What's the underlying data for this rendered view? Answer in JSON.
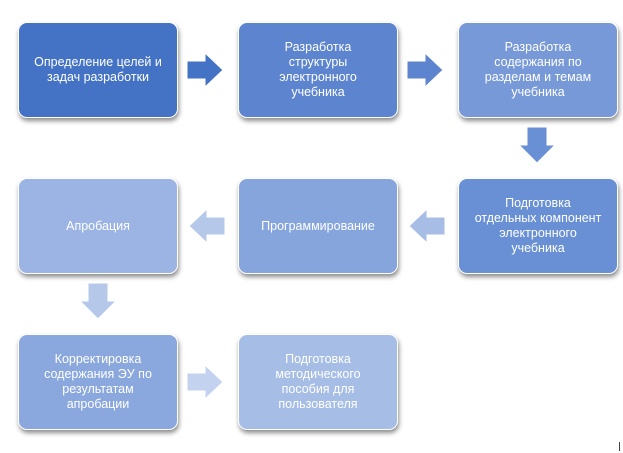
{
  "diagram": {
    "nodes": [
      {
        "id": "n1",
        "label": "Определение целей и\nзадач разработки"
      },
      {
        "id": "n2",
        "label": "Разработка\nструктуры\nэлектронного\nучебника"
      },
      {
        "id": "n3",
        "label": "Разработка\nсодержания по\nразделам и темам\nучебника"
      },
      {
        "id": "n4",
        "label": "Подготовка\nотдельных компонент\nэлектронного\nучебника"
      },
      {
        "id": "n5",
        "label": "Программирование"
      },
      {
        "id": "n6",
        "label": "Апробация"
      },
      {
        "id": "n7",
        "label": "Корректировка\nсодержания ЭУ по\nрезультатам\nапробации"
      },
      {
        "id": "n8",
        "label": "Подготовка\nметодического\nпособия для\nпользователя"
      }
    ],
    "edges": [
      {
        "from": "n1",
        "to": "n2",
        "direction": "right"
      },
      {
        "from": "n2",
        "to": "n3",
        "direction": "right"
      },
      {
        "from": "n3",
        "to": "n4",
        "direction": "down"
      },
      {
        "from": "n4",
        "to": "n5",
        "direction": "left"
      },
      {
        "from": "n5",
        "to": "n6",
        "direction": "left"
      },
      {
        "from": "n6",
        "to": "n7",
        "direction": "down"
      },
      {
        "from": "n7",
        "to": "n8",
        "direction": "right"
      }
    ]
  }
}
